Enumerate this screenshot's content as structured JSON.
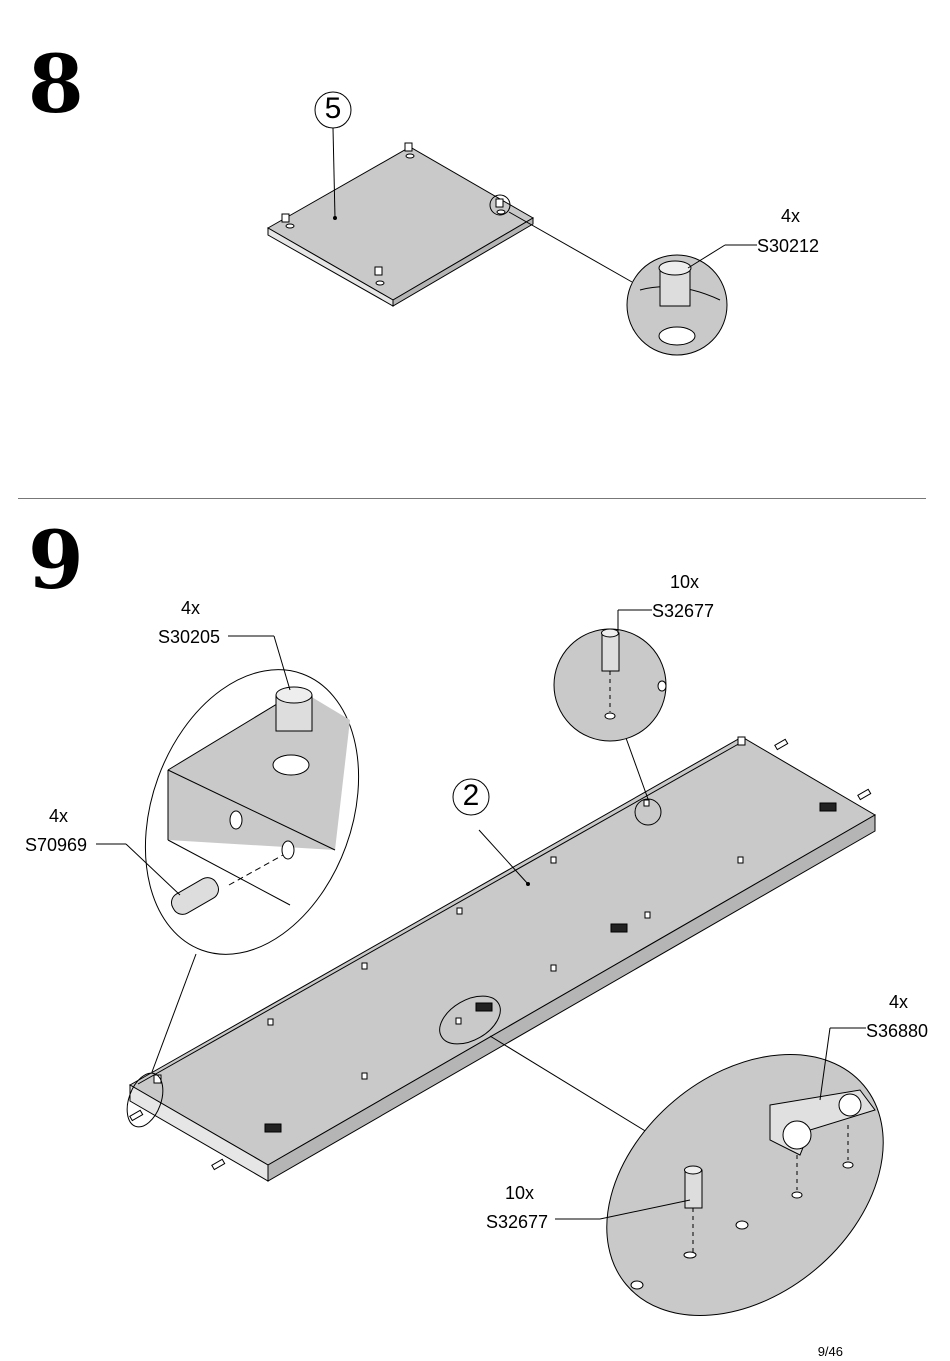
{
  "steps": [
    {
      "number": "8",
      "part": "5",
      "hardware": [
        {
          "qty": "4x",
          "code": "S30212"
        }
      ]
    },
    {
      "number": "9",
      "part": "2",
      "hardware": [
        {
          "qty": "4x",
          "code": "S30205"
        },
        {
          "qty": "4x",
          "code": "S70969"
        },
        {
          "qty": "10x",
          "code": "S32677"
        },
        {
          "qty": "4x",
          "code": "S36880"
        },
        {
          "qty": "10x",
          "code": "S32677"
        }
      ]
    }
  ],
  "page": "9/46",
  "colors": {
    "panel": "#c9c9c9",
    "line": "#000000",
    "divider": "#777777"
  }
}
